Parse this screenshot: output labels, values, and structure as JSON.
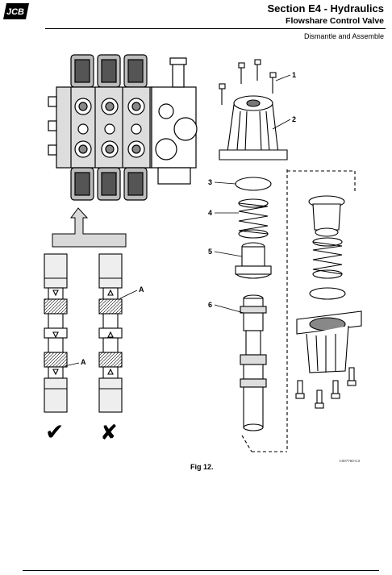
{
  "header": {
    "logo_text": "JCB",
    "section_title": "Section E4 - Hydraulics",
    "subsection": "Flowshare Control Valve",
    "topic": "Dismantle and Assemble"
  },
  "figure": {
    "caption": "Fig 12.",
    "drawing_code": "C007750-C3",
    "callouts": [
      "1",
      "2",
      "3",
      "4",
      "5",
      "6"
    ],
    "spool_marker": "A",
    "correct_symbol": "✔",
    "incorrect_symbol": "✘"
  },
  "colors": {
    "ink": "#000000",
    "fill_grey": "#d9d9d9",
    "dark_grey": "#555555"
  }
}
